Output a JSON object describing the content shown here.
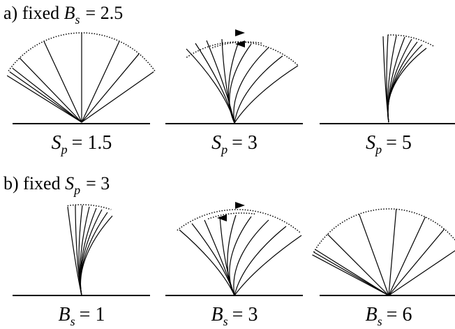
{
  "section_a": {
    "letter": "a)",
    "label": "fixed",
    "var": "B",
    "sub": "s",
    "eq": "= 2.5"
  },
  "section_b": {
    "letter": "b)",
    "label": "fixed",
    "var": "S",
    "sub": "p",
    "eq": "= 3"
  },
  "panels_a": [
    {
      "var": "S",
      "sub": "p",
      "eq": "= 1.5"
    },
    {
      "var": "S",
      "sub": "p",
      "eq": "= 3"
    },
    {
      "var": "S",
      "sub": "p",
      "eq": "= 5"
    }
  ],
  "panels_b": [
    {
      "var": "B",
      "sub": "s",
      "eq": "= 1"
    },
    {
      "var": "B",
      "sub": "s",
      "eq": "= 3"
    },
    {
      "var": "B",
      "sub": "s",
      "eq": "= 6"
    }
  ]
}
